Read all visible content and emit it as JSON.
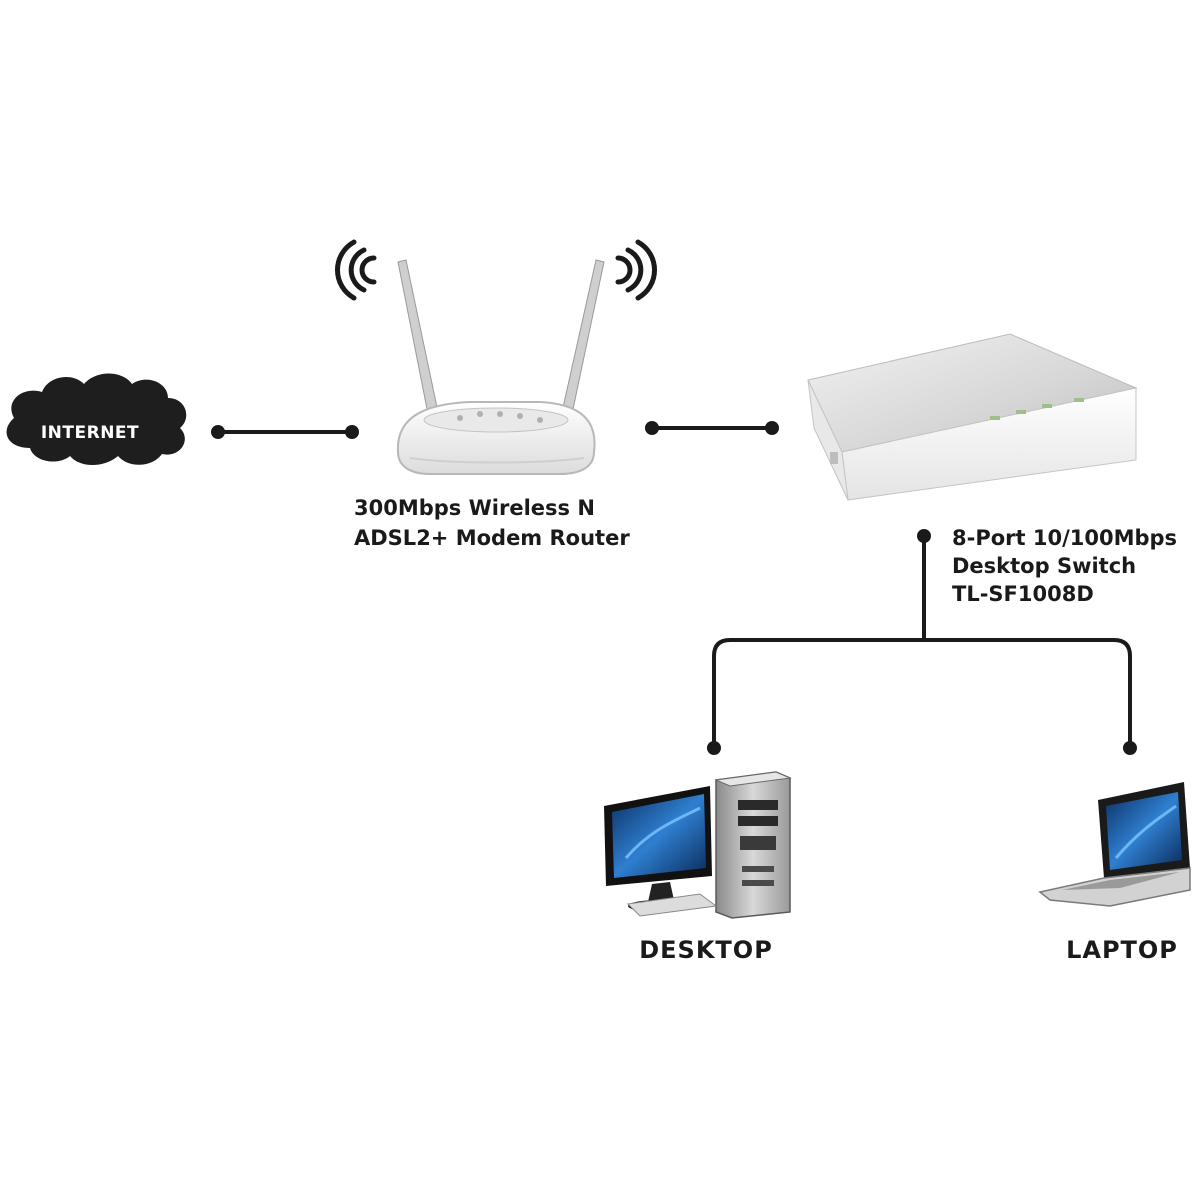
{
  "nodes": {
    "internet": {
      "label": "INTERNET"
    },
    "router": {
      "line1": "300Mbps Wireless N",
      "line2": "ADSL2+ Modem Router"
    },
    "switch": {
      "line1": "8-Port 10/100Mbps",
      "line2": "Desktop Switch",
      "line3": "TL-SF1008D"
    },
    "desktop": {
      "label": "DESKTOP"
    },
    "laptop": {
      "label": "LAPTOP"
    }
  },
  "colors": {
    "line": "#1a1a1a",
    "cloud": "#1e1e1e",
    "device_white": "#f4f4f4",
    "device_grey": "#c9c9c9",
    "screen_blue": "#1d5fa8"
  },
  "icons": {
    "cloud": "cloud-icon",
    "router": "router-icon",
    "switch": "switch-icon",
    "desktop": "desktop-computer-icon",
    "laptop": "laptop-icon",
    "wifi": "wifi-signal-icon"
  }
}
